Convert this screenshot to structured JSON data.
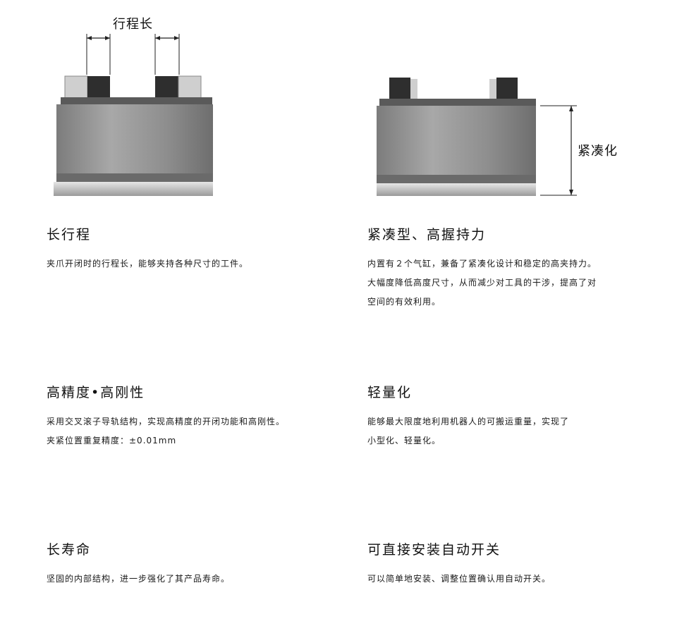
{
  "figures": {
    "left_dimension_label": "行程长",
    "right_dimension_label": "紧凑化"
  },
  "features": [
    {
      "title": "长行程",
      "lines": [
        "夹爪开闭时的行程长，能够夹持各种尺寸的工件。"
      ]
    },
    {
      "title": "紧凑型、高握持力",
      "lines": [
        "内置有２个气缸，兼备了紧凑化设计和稳定的高夹持力。",
        "大幅度降低高度尺寸，从而减少对工具的干涉，提高了对",
        "空间的有效利用。"
      ]
    },
    {
      "title": "高精度•高刚性",
      "lines": [
        "采用交叉滚子导轨结构，实现高精度的开闭功能和高刚性。",
        "夹紧位置重复精度：±0.01mm"
      ]
    },
    {
      "title": "轻量化",
      "lines": [
        "能够最大限度地利用机器人的可搬运重量，实现了",
        "小型化、轻量化。"
      ]
    },
    {
      "title": "长寿命",
      "lines": [
        "坚固的内部结构，进一步强化了其产品寿命。"
      ]
    },
    {
      "title": "可直接安装自动开关",
      "lines": [
        "可以简单地安装、调整位置确认用自动开关。"
      ]
    }
  ]
}
